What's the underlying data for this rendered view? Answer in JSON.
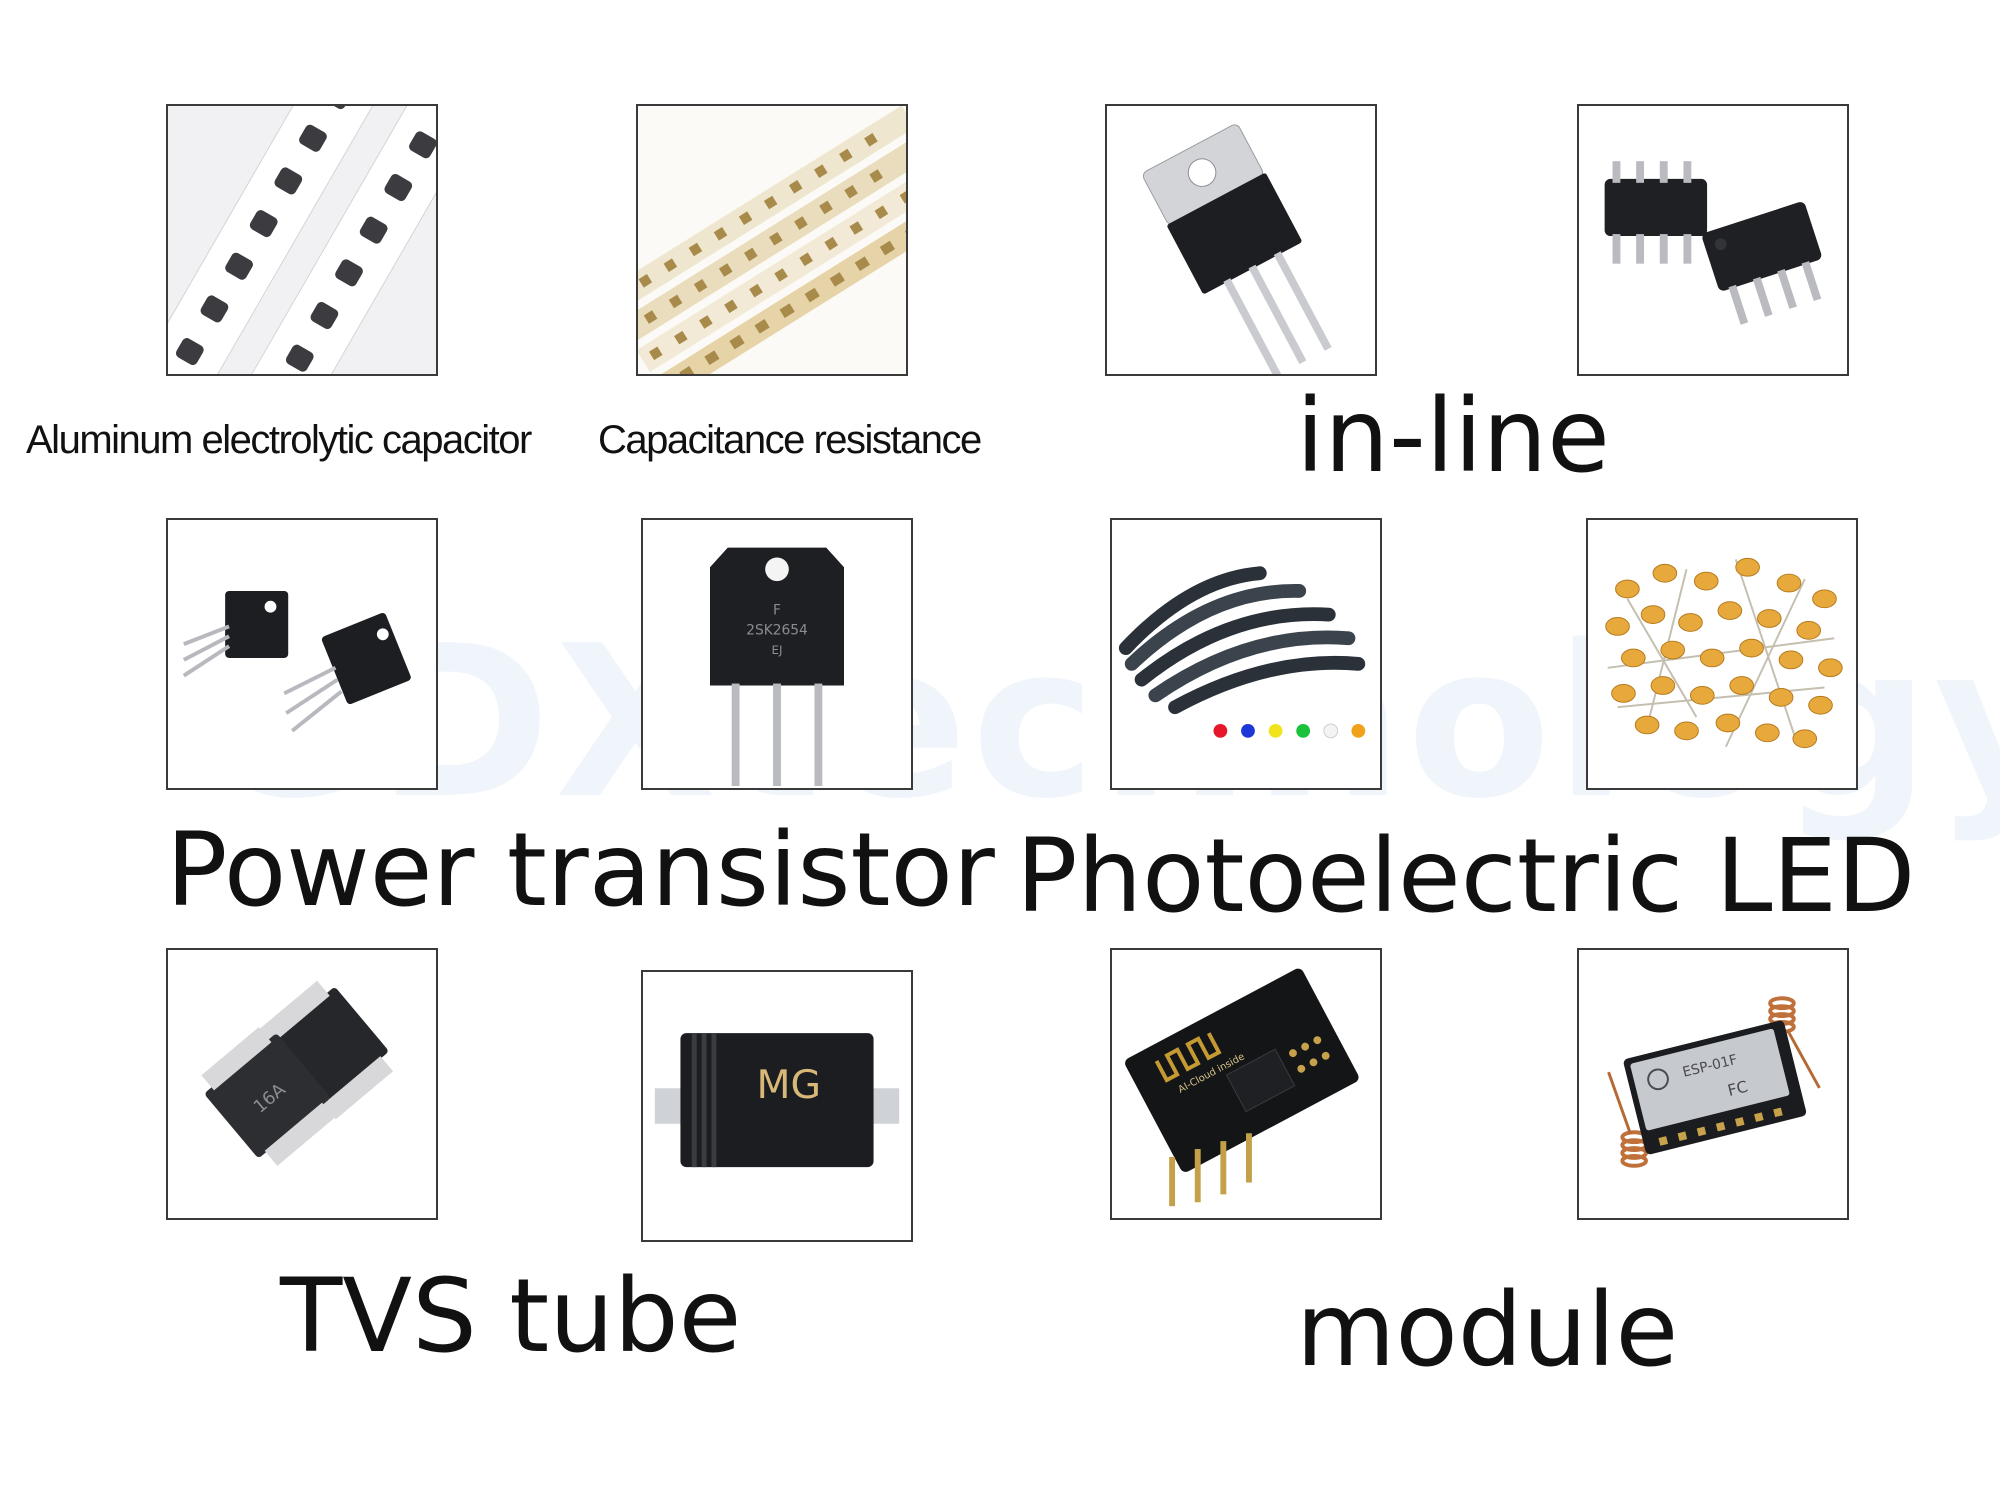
{
  "labels": {
    "aluminum": "Aluminum electrolytic capacitor",
    "capacitance": "Capacitance resistance",
    "inline": "in-line",
    "power": "Power transistor",
    "photo": "Photoelectric LED",
    "tvs": "TVS tube",
    "module": "module"
  },
  "watermark": "GDXtechnology",
  "printed_marks": {
    "transistor_to3p_top": "F",
    "transistor_to3p_part": "2SK2654",
    "transistor_to3p_code": "EJ",
    "tvs_marking": "16A",
    "diode_marking": "MG",
    "esp01_text": "AI-Cloud inside",
    "esp01f_model": "ESP-01F",
    "esp01f_fc": "FC"
  },
  "led_dots": [
    "#e8162a",
    "#1c38d8",
    "#f2e41c",
    "#1cc23a",
    "#f4f4f4",
    "#f0a21c"
  ],
  "colors": {
    "text": "#111111",
    "border": "#3a3a3a",
    "watermark": "#e3eef8"
  }
}
